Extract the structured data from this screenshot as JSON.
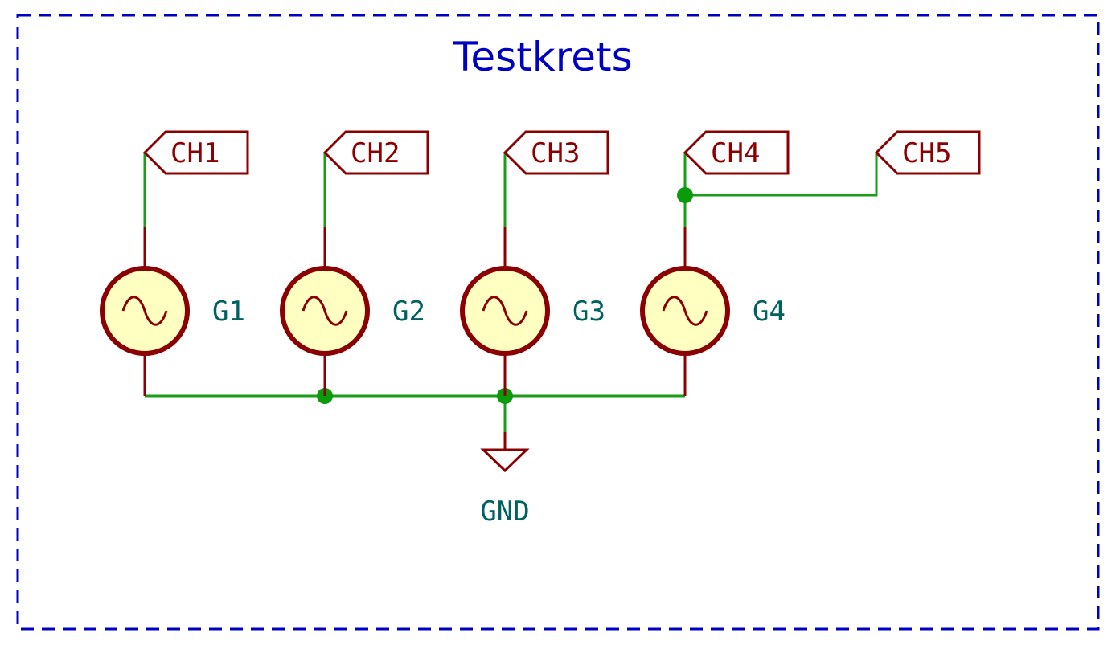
{
  "title": "Testkrets",
  "colors": {
    "frame": "#0000c4",
    "wire": "#1a9e1a",
    "junction": "#0a9a0a",
    "component_outline": "#8b0000",
    "component_fill": "#ffffc2",
    "label_text": "#8b0000",
    "reference_text": "#006161"
  },
  "net_labels": [
    {
      "id": "ch1",
      "text": "CH1"
    },
    {
      "id": "ch2",
      "text": "CH2"
    },
    {
      "id": "ch3",
      "text": "CH3"
    },
    {
      "id": "ch4",
      "text": "CH4"
    },
    {
      "id": "ch5",
      "text": "CH5"
    }
  ],
  "generators": [
    {
      "id": "g1",
      "ref": "G1",
      "symbol": "ac-source-icon"
    },
    {
      "id": "g2",
      "ref": "G2",
      "symbol": "ac-source-icon"
    },
    {
      "id": "g3",
      "ref": "G3",
      "symbol": "ac-source-icon"
    },
    {
      "id": "g4",
      "ref": "G4",
      "symbol": "ac-source-icon"
    }
  ],
  "ground": {
    "label": "GND",
    "symbol": "ground-icon"
  }
}
